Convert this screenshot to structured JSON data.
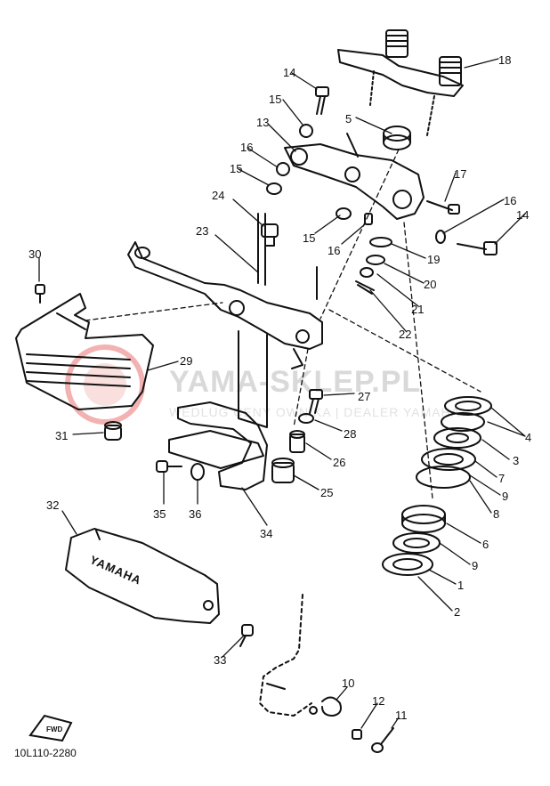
{
  "diagram_code": "10L110-2280",
  "watermark": {
    "main": "YAMA-SKLEP.PL",
    "sub": "WEDLUG CENY OWNIKA | DEALER YAMAHA"
  },
  "emblem_text": "YAMAHA",
  "forward_text": "FWD",
  "callouts": {
    "p1": "1",
    "p2": "2",
    "p4": "4",
    "p5": "5",
    "p6": "6",
    "p7": "7",
    "p8": "8",
    "p9a": "9",
    "p9b": "9",
    "p10": "10",
    "p11": "11",
    "p12": "12",
    "p13": "13",
    "p14a": "14",
    "p14b": "14",
    "p15a": "15",
    "p15b": "15",
    "p15c": "15",
    "p16a": "16",
    "p16b": "16",
    "p16c": "16",
    "p17": "17",
    "p18": "18",
    "p19": "19",
    "p20": "20",
    "p21": "21",
    "p22": "22",
    "p23": "23",
    "p24": "24",
    "p25": "25",
    "p26": "26",
    "p27": "27",
    "p28": "28",
    "p29": "29",
    "p30": "30",
    "p31": "31",
    "p32": "32",
    "p33": "33",
    "p34": "34",
    "p35": "35",
    "p36": "36"
  },
  "colors": {
    "ink": "#111111",
    "watermark_red": "#f3b2b2",
    "watermark_grey": "#d9d9d9"
  }
}
